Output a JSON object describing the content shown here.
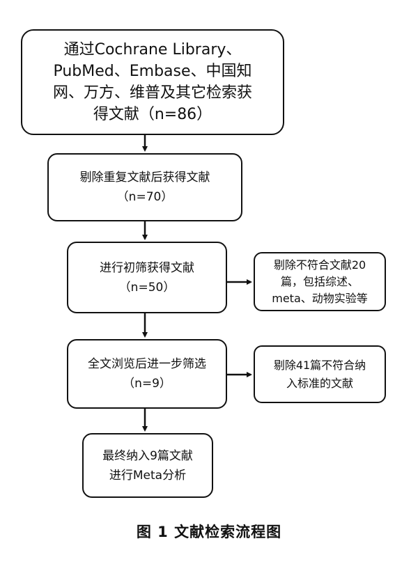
{
  "flow": {
    "step1": {
      "lines": [
        "通过Cochrane Library、",
        "PubMed、Embase、中国知",
        "网、万方、维普及其它检索获",
        "得文献（n=86）"
      ]
    },
    "step2": {
      "lines": [
        "剔除重复文献后获得文献",
        "（n=70）"
      ]
    },
    "step3": {
      "lines": [
        "进行初筛获得文献",
        "（n=50）"
      ]
    },
    "step4": {
      "lines": [
        "全文浏览后进一步筛选",
        "（n=9）"
      ]
    },
    "step5": {
      "lines": [
        "最终纳入9篇文献",
        "进行Meta分析"
      ]
    },
    "exclude1": {
      "lines": [
        "剔除不符合文献20",
        "篇，包括综述、",
        "meta、动物实验等"
      ]
    },
    "exclude2": {
      "lines": [
        "剔除41篇不符合纳",
        "入标准的文献"
      ]
    }
  },
  "caption": "图 1   文献检索流程图"
}
